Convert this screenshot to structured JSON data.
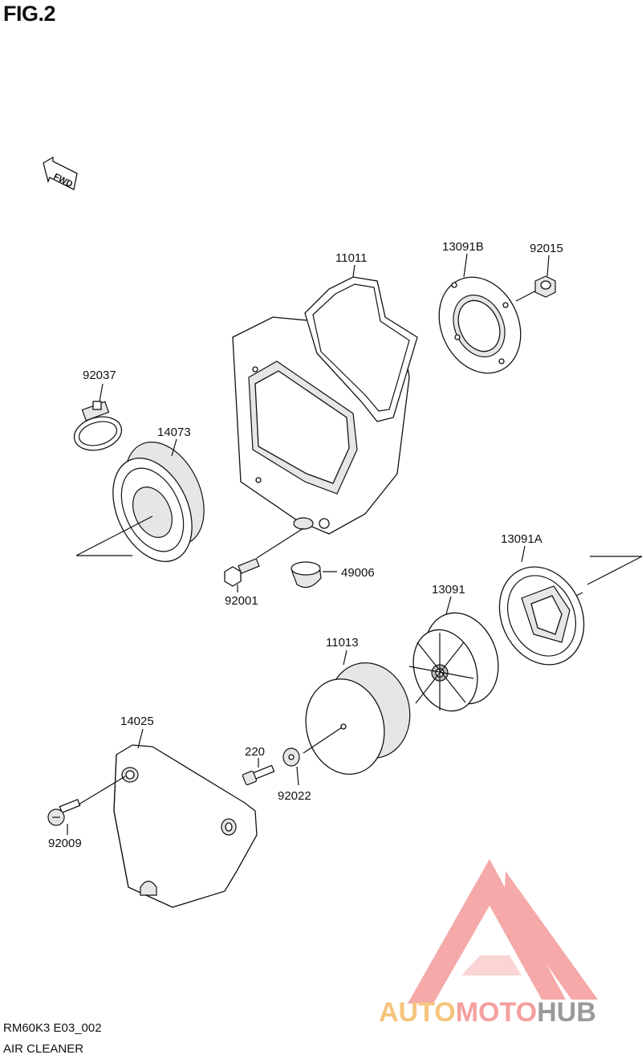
{
  "figure": {
    "title": "FIG.2",
    "drawing_code": "RM60K3 E03_002",
    "name": "AIR CLEANER"
  },
  "fwd_arrow_text": "FWD",
  "parts": [
    {
      "id": "p11011",
      "number": "11011",
      "name": "air-cleaner-case"
    },
    {
      "id": "p13091B",
      "number": "13091B",
      "name": "plate-b"
    },
    {
      "id": "p92015",
      "number": "92015",
      "name": "nut"
    },
    {
      "id": "p92037",
      "number": "92037",
      "name": "clamp"
    },
    {
      "id": "p14073",
      "number": "14073",
      "name": "duct"
    },
    {
      "id": "p92001",
      "number": "92001",
      "name": "bolt"
    },
    {
      "id": "p49006",
      "number": "49006",
      "name": "cap"
    },
    {
      "id": "p13091A",
      "number": "13091A",
      "name": "plate-a"
    },
    {
      "id": "p13091",
      "number": "13091",
      "name": "holder"
    },
    {
      "id": "p11013",
      "number": "11013",
      "name": "element"
    },
    {
      "id": "p14025",
      "number": "14025",
      "name": "cover"
    },
    {
      "id": "p220",
      "number": "220",
      "name": "screw"
    },
    {
      "id": "p92022",
      "number": "92022",
      "name": "washer"
    },
    {
      "id": "p92009",
      "number": "92009",
      "name": "screw"
    }
  ],
  "watermark": {
    "text_left": "AUTO",
    "text_mid": "MOTO",
    "text_right": "HUB",
    "color_left": "#f6c47d",
    "color_mid": "#f4a0a0",
    "color_right": "#9a9a9a",
    "logo_color": "#f4a0a0"
  }
}
